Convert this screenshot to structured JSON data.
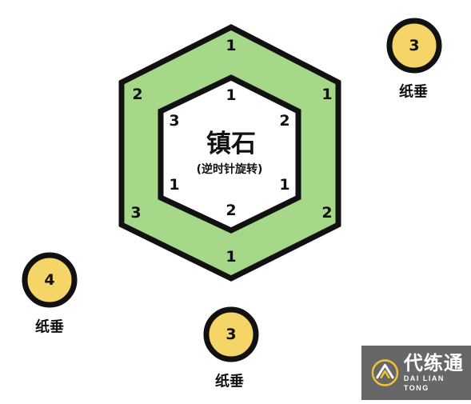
{
  "diagram": {
    "center": {
      "title": "镇石",
      "subtitle": "(逆时针旋转)"
    },
    "outer_numbers": {
      "top": "1",
      "upper_right": "1",
      "lower_right": "2",
      "bottom": "1",
      "lower_left": "3",
      "upper_left": "2"
    },
    "inner_numbers": {
      "top": "1",
      "upper_right": "2",
      "lower_right": "1",
      "bottom": "2",
      "lower_left": "1",
      "upper_left": "3"
    },
    "weights": [
      {
        "id": "top-right",
        "value": "3",
        "label": "纸垂"
      },
      {
        "id": "left",
        "value": "4",
        "label": "纸垂"
      },
      {
        "id": "bottom",
        "value": "3",
        "label": "纸垂"
      }
    ],
    "colors": {
      "hex_fill": "#a6d889",
      "hex_stroke": "#111111",
      "weight_fill": "#f5d468",
      "weight_stroke": "#111111"
    }
  },
  "watermark": {
    "title": "代练通",
    "subtitle": "DAI LIAN TONG"
  }
}
